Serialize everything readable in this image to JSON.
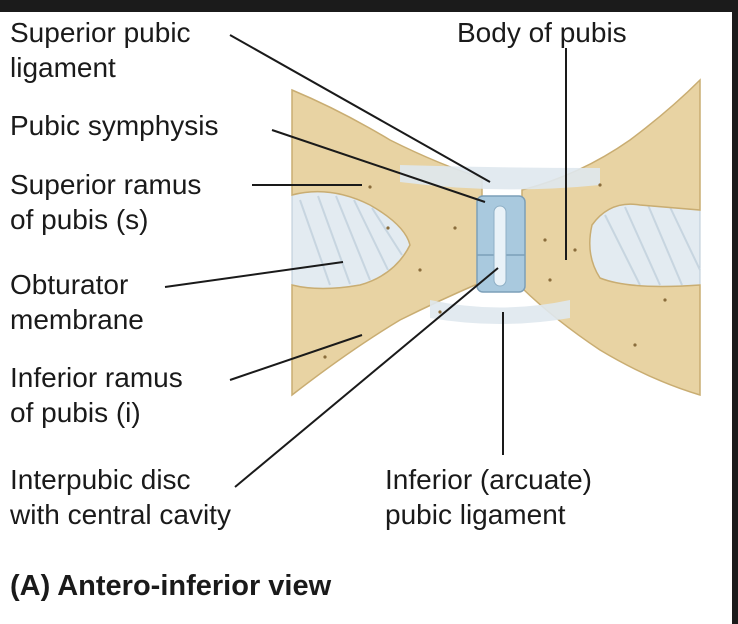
{
  "labels": {
    "superior_pubic_ligament": "Superior pubic\nligament",
    "body_of_pubis": "Body of pubis",
    "pubic_symphysis": "Pubic symphysis",
    "superior_ramus": "Superior ramus\nof pubis (s)",
    "obturator_membrane": "Obturator\nmembrane",
    "inferior_ramus": "Inferior ramus\nof pubis (i)",
    "interpubic_disc": "Interpubic disc\nwith central cavity",
    "inferior_arcuate_ligament": "Inferior (arcuate)\npubic ligament"
  },
  "caption": "(A) Antero-inferior view",
  "colors": {
    "bone": "#e8d3a3",
    "bone_edge": "#c9ad72",
    "ligament": "#dfe8ee",
    "disc": "#a9c9de",
    "membrane": "#e3ebf1",
    "leader_line": "#1a1a1a"
  }
}
